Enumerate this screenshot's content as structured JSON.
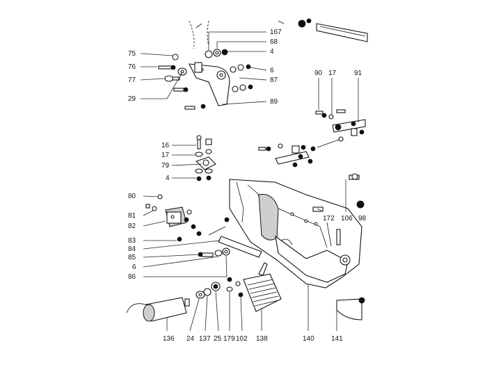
{
  "labels": {
    "l167": "167",
    "l68": "68",
    "l4a": "4",
    "l75": "75",
    "l76": "76",
    "l6a": "6",
    "l77": "77",
    "l87": "87",
    "l29": "29",
    "l89": "89",
    "l90": "90",
    "l17a": "17",
    "l91": "91",
    "l16": "16",
    "l17b": "17",
    "l79": "79",
    "l4b": "4",
    "l80": "80",
    "l81": "81",
    "l82": "82",
    "l83": "83",
    "l84": "84",
    "l85": "85",
    "l6b": "6",
    "l86": "86",
    "l172": "172",
    "l106": "106",
    "l98": "98",
    "l136": "136",
    "l24": "24",
    "l137": "137",
    "l25": "25",
    "l179": "179",
    "l102": "102",
    "l138": "138",
    "l140": "140",
    "l141": "141"
  }
}
